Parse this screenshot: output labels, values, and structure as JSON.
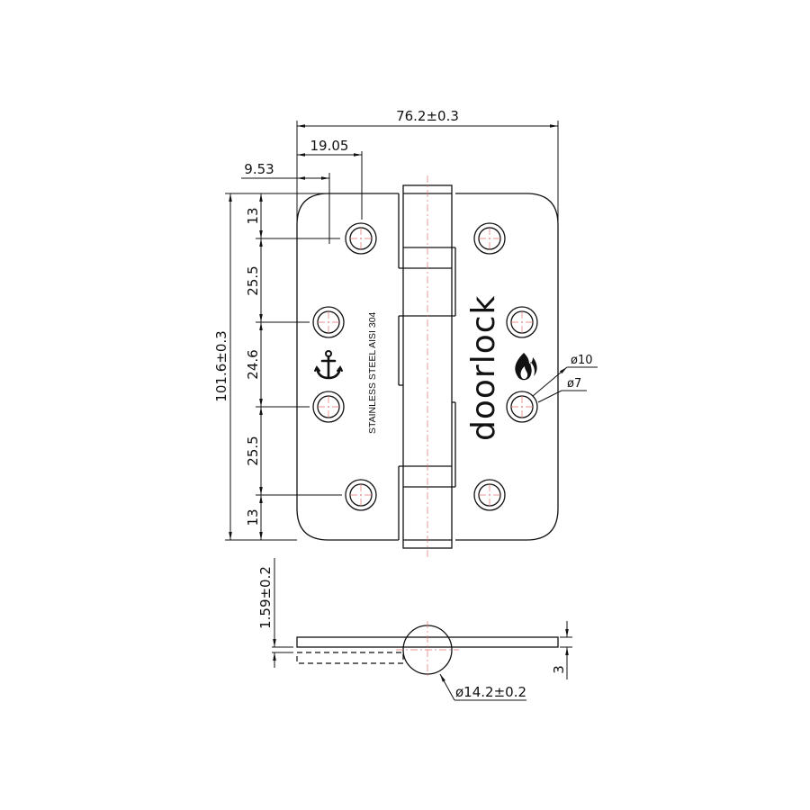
{
  "drawing": {
    "dimensions": {
      "overall_width": "76.2±0.3",
      "hole_offset_outer": "19.05",
      "hole_offset_inner": "9.53",
      "overall_height": "101.6±0.3",
      "spacing": [
        "13",
        "25.5",
        "24.6",
        "25.5",
        "13"
      ],
      "leaf_thickness": "1.59±0.2",
      "open_thickness": "3",
      "knuckle_diameter": "ø14.2±0.2",
      "countersink_outer": "ø10",
      "countersink_inner": "ø7"
    },
    "marking_text": "STAINLESS STEEL AISI 304",
    "brand_logo": "doorlock",
    "icons": [
      "anchor-icon",
      "flame-icon"
    ]
  }
}
